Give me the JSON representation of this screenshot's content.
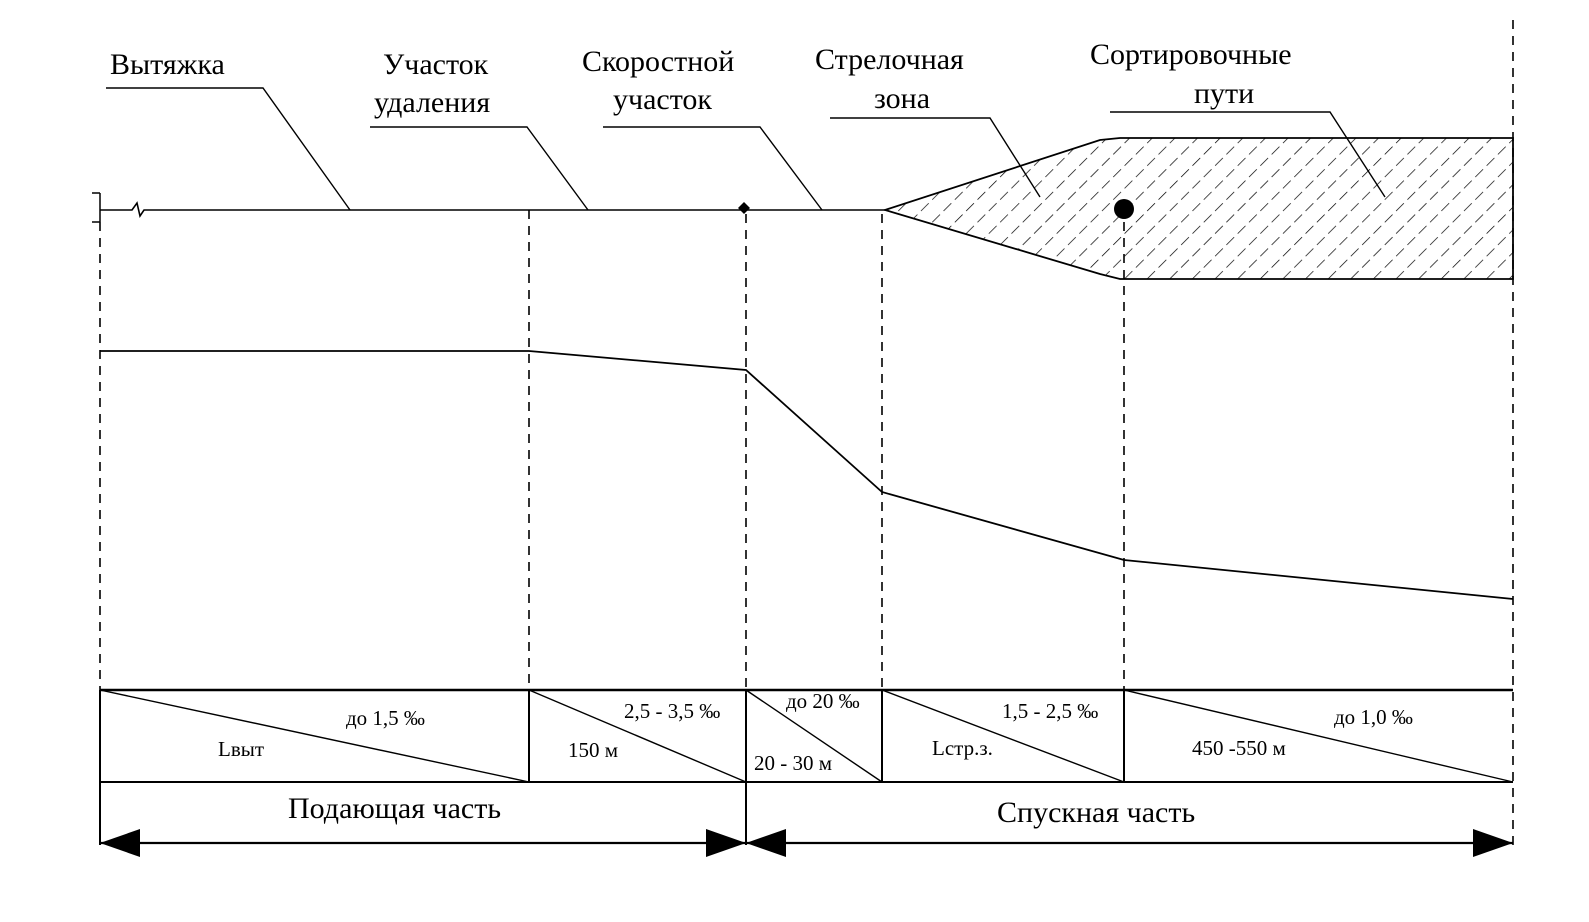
{
  "labels": {
    "vytyazhka": "Вытяжка",
    "uchastok_udaleniya_1": "Участок",
    "uchastok_udaleniya_2": "удаления",
    "skorostnoy_1": "Скоростной",
    "skorostnoy_2": "участок",
    "strelochnaya_1": "Стрелочная",
    "strelochnaya_2": "зона",
    "sortirovochnye_1": "Сортировочные",
    "sortirovochnye_2": "пути"
  },
  "profile_table": [
    {
      "slope": "до 1,5 ‰",
      "length": "Lвыт"
    },
    {
      "slope": "2,5 - 3,5 ‰",
      "length": "150 м"
    },
    {
      "slope": "до 20 ‰",
      "length": "20 - 30 м"
    },
    {
      "slope": "1,5 - 2,5 ‰",
      "length": "Lстр.з."
    },
    {
      "slope": "до 1,0 ‰",
      "length": "450 -550 м"
    }
  ],
  "parts": {
    "feeding": "Подающая часть",
    "descending": "Спускная часть"
  }
}
